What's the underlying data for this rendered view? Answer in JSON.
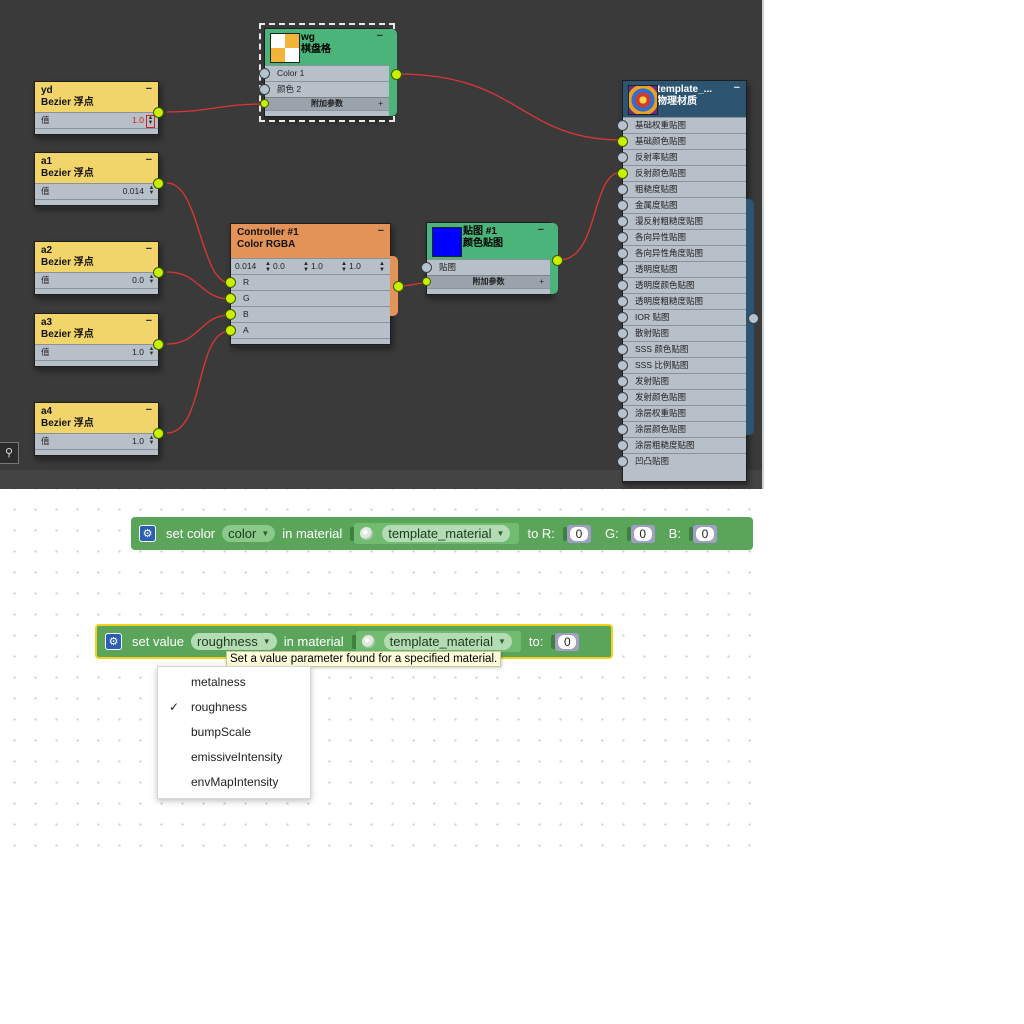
{
  "editor": {
    "nodes": {
      "yd": {
        "name": "yd",
        "type": "Bezier 浮点",
        "param": "值",
        "value": "1.0"
      },
      "a1": {
        "name": "a1",
        "type": "Bezier 浮点",
        "param": "值",
        "value": "0.014"
      },
      "a2": {
        "name": "a2",
        "type": "Bezier 浮点",
        "param": "值",
        "value": "0.0"
      },
      "a3": {
        "name": "a3",
        "type": "Bezier 浮点",
        "param": "值",
        "value": "1.0"
      },
      "a4": {
        "name": "a4",
        "type": "Bezier 浮点",
        "param": "值",
        "value": "1.0"
      },
      "wg": {
        "name": "wg",
        "type": "棋盘格",
        "rows": [
          "Color 1",
          "颜色 2"
        ],
        "extra": "附加参数"
      },
      "controller": {
        "name": "Controller #1",
        "type": "Color RGBA",
        "values": [
          "0.014",
          "0.0",
          "1.0",
          "1.0"
        ],
        "rows": [
          "R",
          "G",
          "B",
          "A"
        ]
      },
      "map1": {
        "name": "贴图 #1",
        "type": "颜色贴图",
        "rows": [
          "贴图"
        ],
        "extra": "附加参数"
      },
      "template": {
        "name": "template_...",
        "type": "物理材质",
        "rows": [
          "基础权重贴图",
          "基础颜色贴图",
          "反射率贴图",
          "反射颜色贴图",
          "粗糙度贴图",
          "金属度贴图",
          "漫反射粗糙度贴图",
          "各向异性贴图",
          "各向异性角度贴图",
          "透明度贴图",
          "透明度颜色贴图",
          "透明度粗糙度贴图",
          "IOR 贴图",
          "散射贴图",
          "SSS 颜色贴图",
          "SSS 比例贴图",
          "发射贴图",
          "发射颜色贴图",
          "涂层权重贴图",
          "涂层颜色贴图",
          "涂层粗糙度贴图",
          "凹凸贴图"
        ]
      }
    },
    "colors": {
      "yellow_header": "#f1d46a",
      "green_header": "#4bb47a",
      "orange_header": "#e39358",
      "blue_header": "#2d5572",
      "wire": "#e03535",
      "active_port": "#c8f000",
      "map_swatch": "#0000ff"
    },
    "minimize_symbol": "−",
    "plus_symbol": "+",
    "binocular_icon": "binocular-icon"
  },
  "blocks": {
    "set_color": {
      "prefix": "set color",
      "param": "color",
      "in_material": "in material",
      "material": "template_material",
      "to_r": "to R:",
      "r": "0",
      "g_label": "G:",
      "g": "0",
      "b_label": "B:",
      "b": "0"
    },
    "set_value": {
      "prefix": "set value",
      "param": "roughness",
      "in_material": "in material",
      "material": "template_material",
      "to": "to:",
      "value": "0"
    },
    "block_color": "#5ba55b",
    "selected_outline": "#f2d21c"
  },
  "tooltip": "Set a value parameter found for a specified material.",
  "dropdown_menu": {
    "items": [
      "metalness",
      "roughness",
      "bumpScale",
      "emissiveIntensity",
      "envMapIntensity"
    ],
    "selected": "roughness",
    "check": "✓"
  }
}
